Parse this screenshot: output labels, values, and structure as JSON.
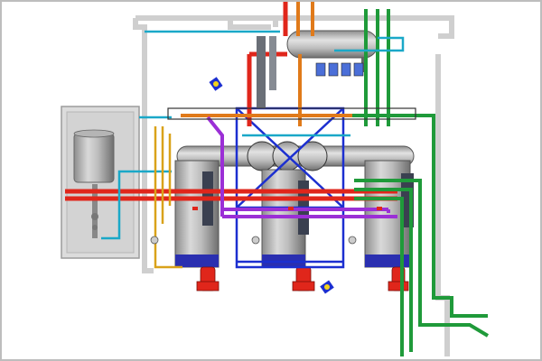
{
  "diagram": {
    "kind": "boiler room piping layout (3D isometric-style rendering)",
    "components": {
      "boilers": [
        "boiler-left",
        "boiler-center",
        "boiler-right"
      ],
      "header_vessel": "horizontal-header-manifold",
      "expansion_tank": "top-horizontal-tank",
      "storage_tank": "left-vertical-storage-tank",
      "burners": [
        "burner-left",
        "burner-center",
        "burner-right"
      ]
    },
    "pipe_colors": {
      "red": "#e0261b",
      "orange": "#e07a1a",
      "green": "#1f9a3a",
      "cyan": "#1aa8c8",
      "purple": "#9b2fd6",
      "blue": "#1c2fd0",
      "yellow": "#d9a21a",
      "gray": "#9aa0a6"
    },
    "wall_color": "#d8d8d8",
    "frame_color": "#c9c9c9"
  }
}
